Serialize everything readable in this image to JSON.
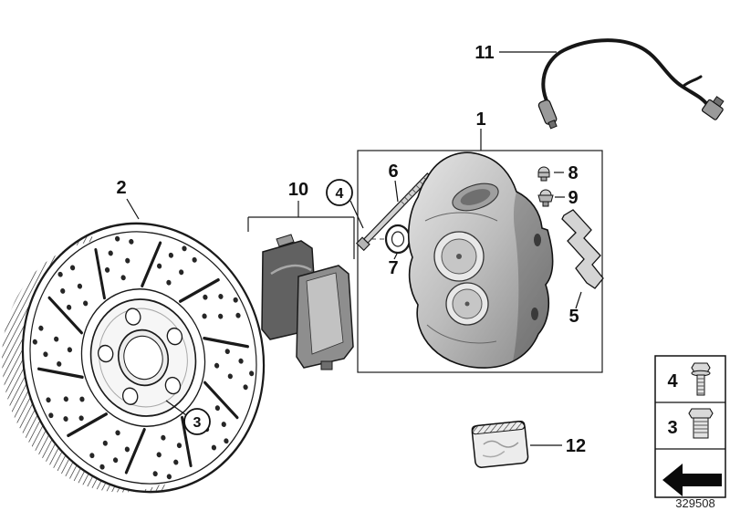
{
  "callouts": {
    "label_1": "1",
    "label_2": "2",
    "label_3": "3",
    "label_4": "4",
    "label_5": "5",
    "label_6": "6",
    "label_7": "7",
    "label_8": "8",
    "label_9": "9",
    "label_10": "10",
    "label_11": "11",
    "label_12": "12"
  },
  "legend": {
    "row_1_number": "4",
    "row_1_icon": "bolt-icon",
    "row_2_number": "3",
    "row_2_icon": "screw-plug-icon",
    "footer_icon": "direction-arrow-icon"
  },
  "footer": {
    "diagram_number": "329508"
  },
  "style": {
    "line_color": "#1a1a1a",
    "background": "#ffffff"
  }
}
